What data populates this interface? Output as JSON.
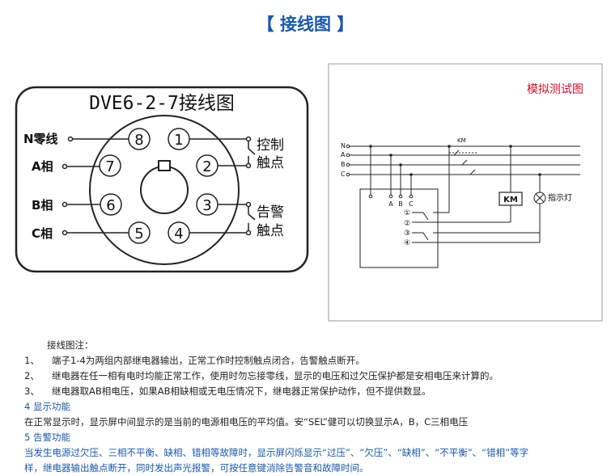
{
  "title": "【 接线图 】",
  "colors": {
    "accent": "#1a58a8",
    "red": "#c8102e",
    "line": "#222222"
  },
  "left_diagram": {
    "heading": "DVE6-2-7接线图",
    "left_labels": [
      "N零线",
      "A相",
      "B相",
      "C相"
    ],
    "right_labels": [
      "控制",
      "触点",
      "告警",
      "触点"
    ],
    "terminals": [
      "8",
      "1",
      "7",
      "2",
      "6",
      "3",
      "5",
      "4"
    ]
  },
  "right_diagram": {
    "title": "模拟测试图",
    "lines": [
      "N",
      "A",
      "B",
      "C"
    ],
    "taps": [
      "A",
      "B",
      "C"
    ],
    "contact_numbers": [
      "①",
      "②",
      "③",
      "④"
    ],
    "km_label": "KM",
    "km_switch": "KM",
    "lamp_label": "指示灯"
  },
  "notes": {
    "intro": "接线图注：",
    "items": [
      {
        "num": "1、",
        "text": "端子1-4为两组内部继电器输出，正常工作时控制触点闭合，告警触点断开。"
      },
      {
        "num": "2、",
        "text": "继电器在任一相有电时均能正常工作，使用时勿忘接零线，显示的电压和过欠压保护都是安相电压来计算的。"
      },
      {
        "num": "3、",
        "text": "继电器取AB相电压，如果AB相缺相或无电压情况下，继电器正常保护动作，但不提供数显。"
      }
    ],
    "display_heading": "4 显示功能",
    "display_text": "在正常显示时，显示屏中间显示的是当前的电源相电压的平均值。安“SEL”健可以切换显示A，B，C三相电压",
    "alarm_heading": "5 告警功能",
    "alarm_line1": "当发生电源过欠压、三相不平衡、缺相、错相等故障时，显示屏闪烁显示“过压”、“欠压”、“缺相”、“不平衡”、“错相”等字",
    "alarm_line2": "样，继电器输出触点断开，同时发出声光报警，可按任意键消除告警音和故障时间。"
  }
}
